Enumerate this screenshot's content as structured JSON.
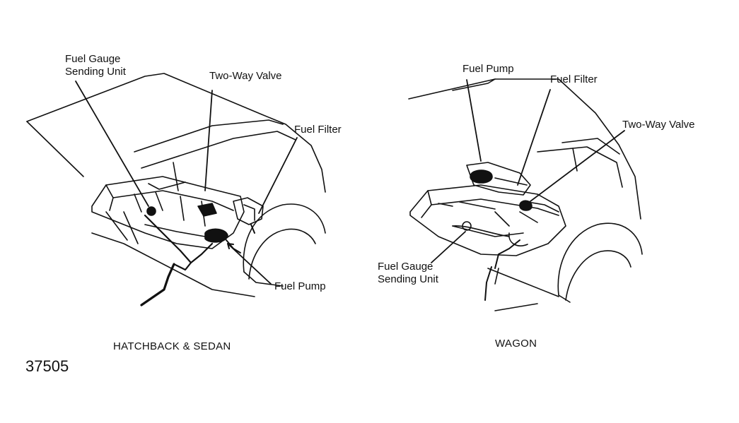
{
  "figure_number": "37505",
  "left_panel": {
    "caption": "HATCHBACK & SEDAN",
    "labels": {
      "fuel_gauge_line1": "Fuel Gauge",
      "fuel_gauge_line2": "Sending Unit",
      "two_way_valve": "Two-Way Valve",
      "fuel_filter": "Fuel Filter",
      "fuel_pump": "Fuel Pump"
    }
  },
  "right_panel": {
    "caption": "WAGON",
    "labels": {
      "fuel_pump": "Fuel Pump",
      "fuel_filter": "Fuel Filter",
      "two_way_valve": "Two-Way Valve",
      "fuel_gauge_line1": "Fuel Gauge",
      "fuel_gauge_line2": "Sending Unit"
    }
  }
}
